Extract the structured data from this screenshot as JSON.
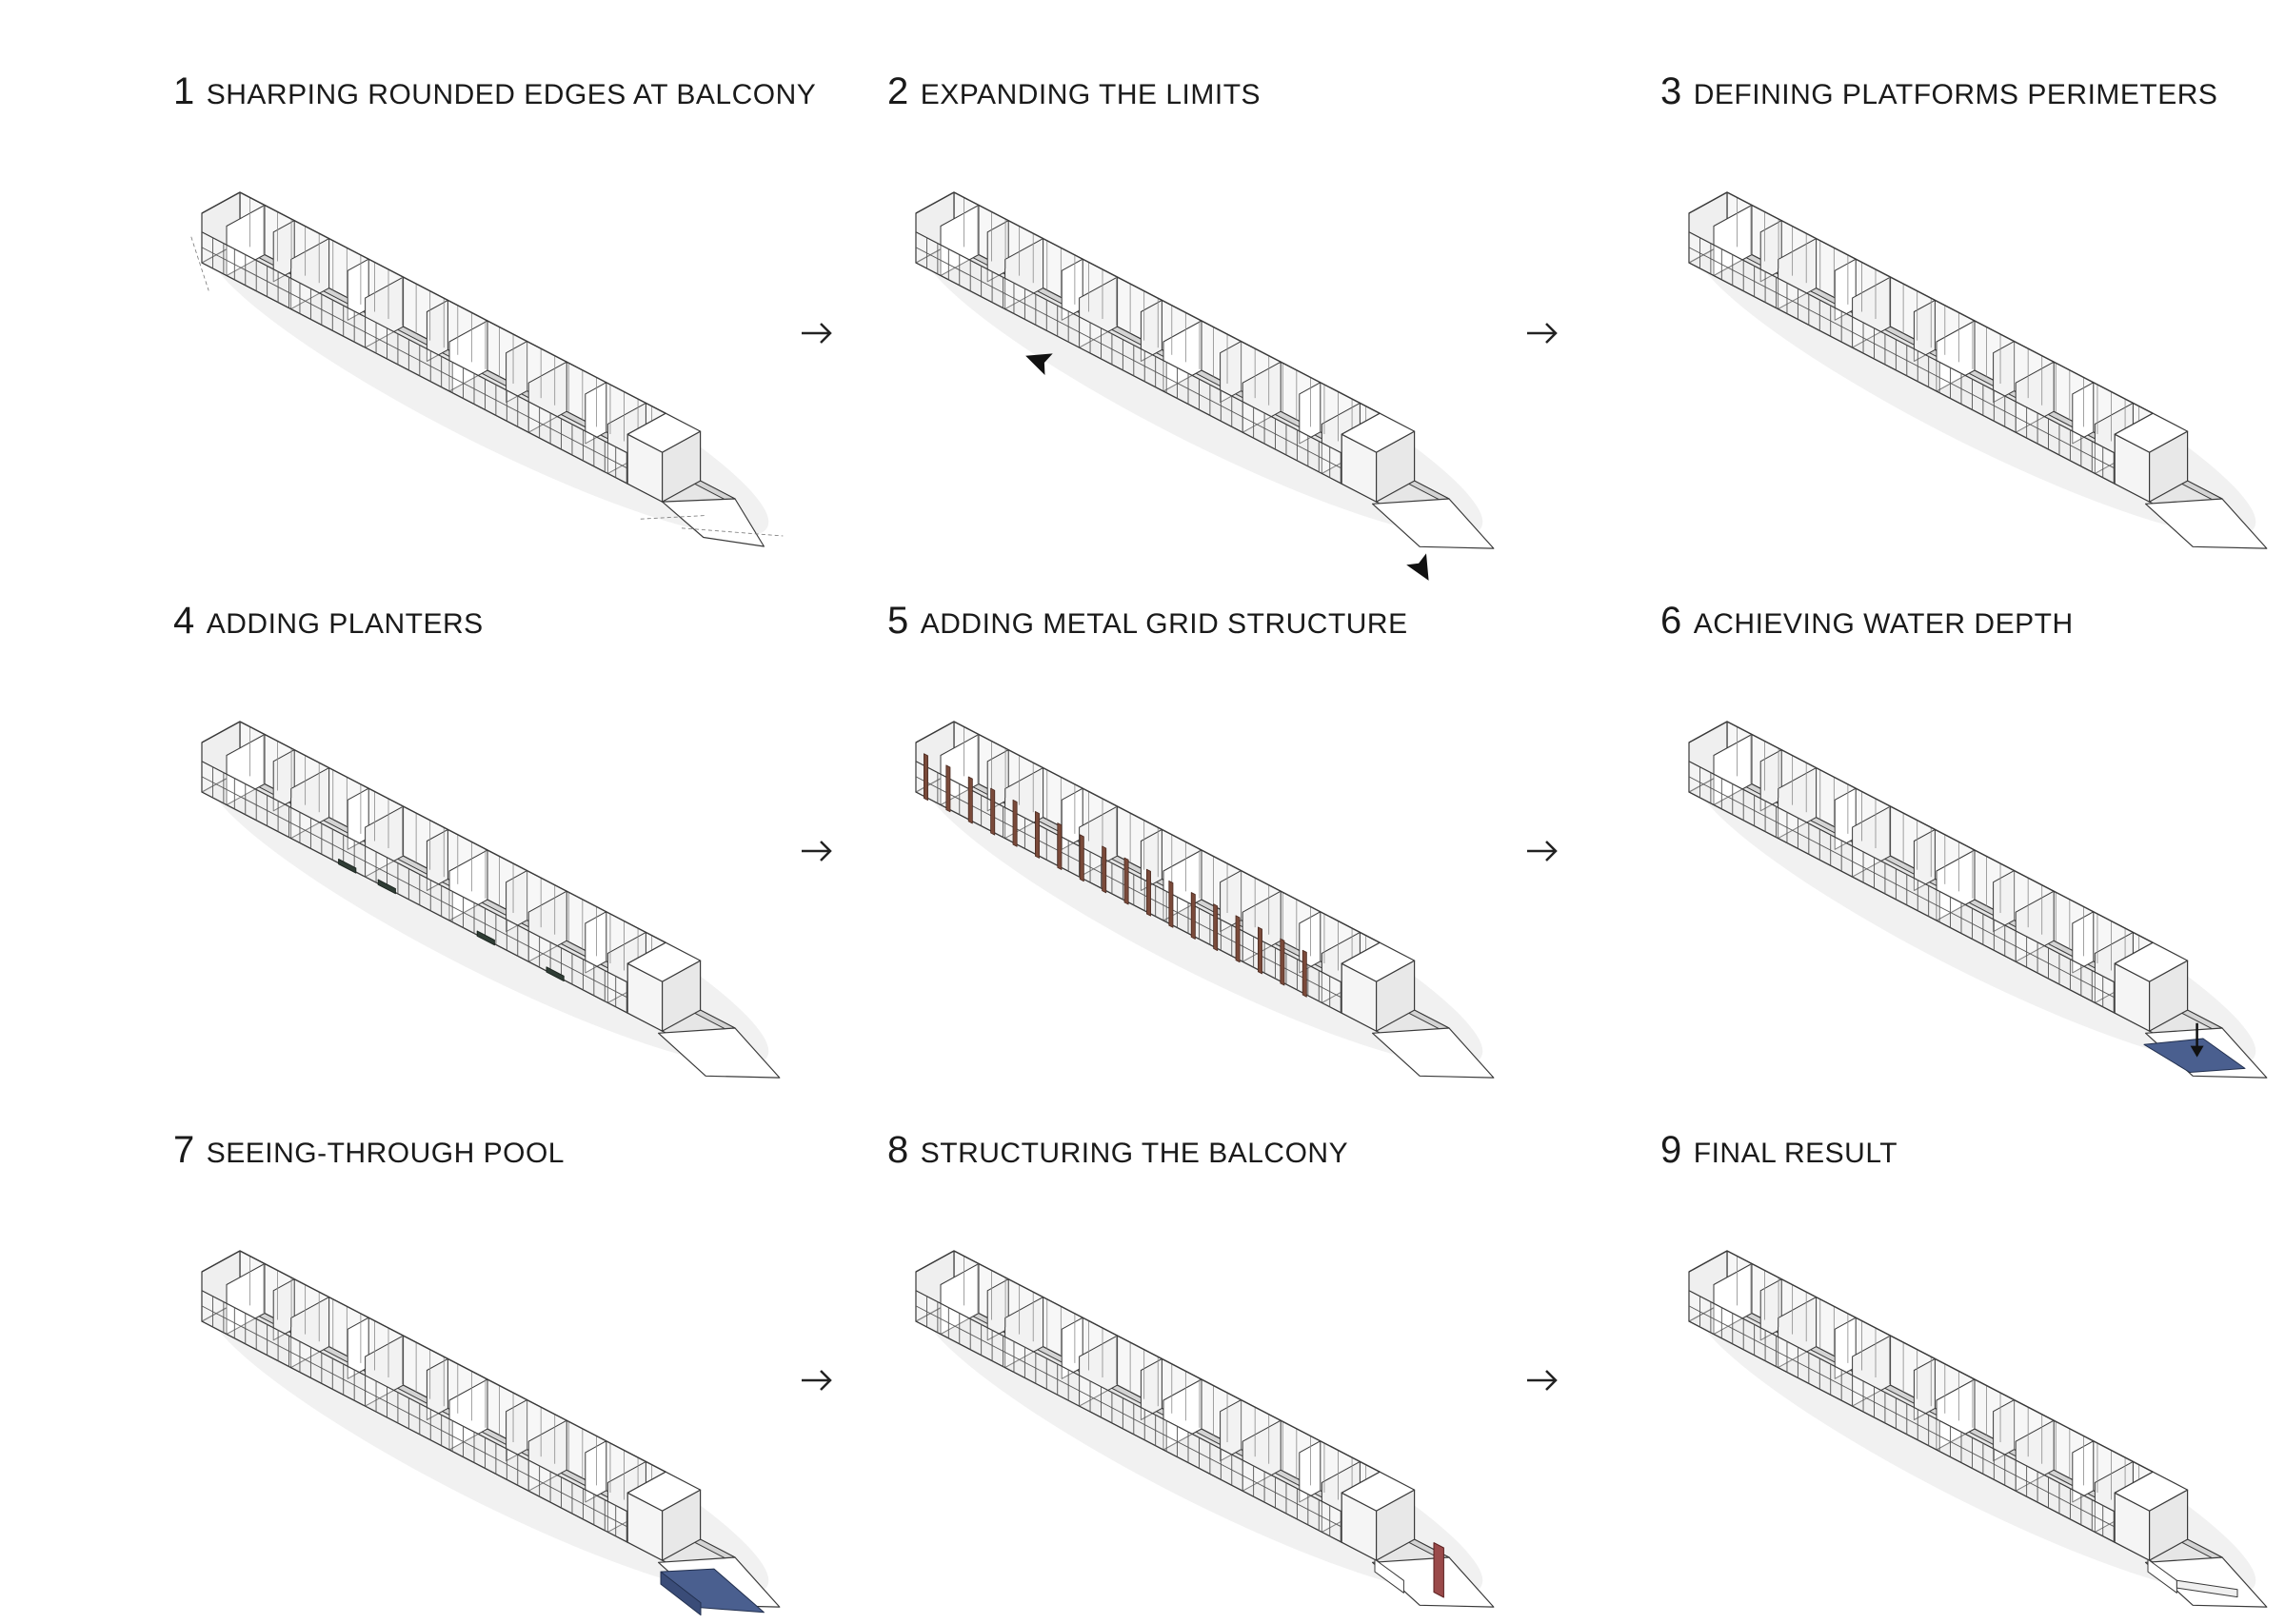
{
  "steps": [
    {
      "num": "1",
      "title": "SHARPING ROUNDED EDGES AT BALCONY",
      "feature": "cut-lines"
    },
    {
      "num": "2",
      "title": "EXPANDING THE LIMITS",
      "feature": "expand-arrows"
    },
    {
      "num": "3",
      "title": "DEFINING PLATFORMS PERIMETERS",
      "feature": "platform"
    },
    {
      "num": "4",
      "title": "ADDING PLANTERS",
      "feature": "planters"
    },
    {
      "num": "5",
      "title": "ADDING METAL GRID STRUCTURE",
      "feature": "metal-grid"
    },
    {
      "num": "6",
      "title": "ACHIEVING WATER DEPTH",
      "feature": "water-depth"
    },
    {
      "num": "7",
      "title": "SEEING-THROUGH POOL",
      "feature": "pool"
    },
    {
      "num": "8",
      "title": "STRUCTURING THE BALCONY",
      "feature": "balcony-structure"
    },
    {
      "num": "9",
      "title": "FINAL RESULT",
      "feature": "final"
    }
  ],
  "connector_icon": "right-arrow-icon",
  "colors": {
    "line": "#3a3a3a",
    "fill": "#ffffff",
    "shade": "#e6e6e6",
    "planter": "#2f3d35",
    "metal": "#7a4a3a",
    "water": "#4a5f8f",
    "structure": "#9a4a4a"
  }
}
